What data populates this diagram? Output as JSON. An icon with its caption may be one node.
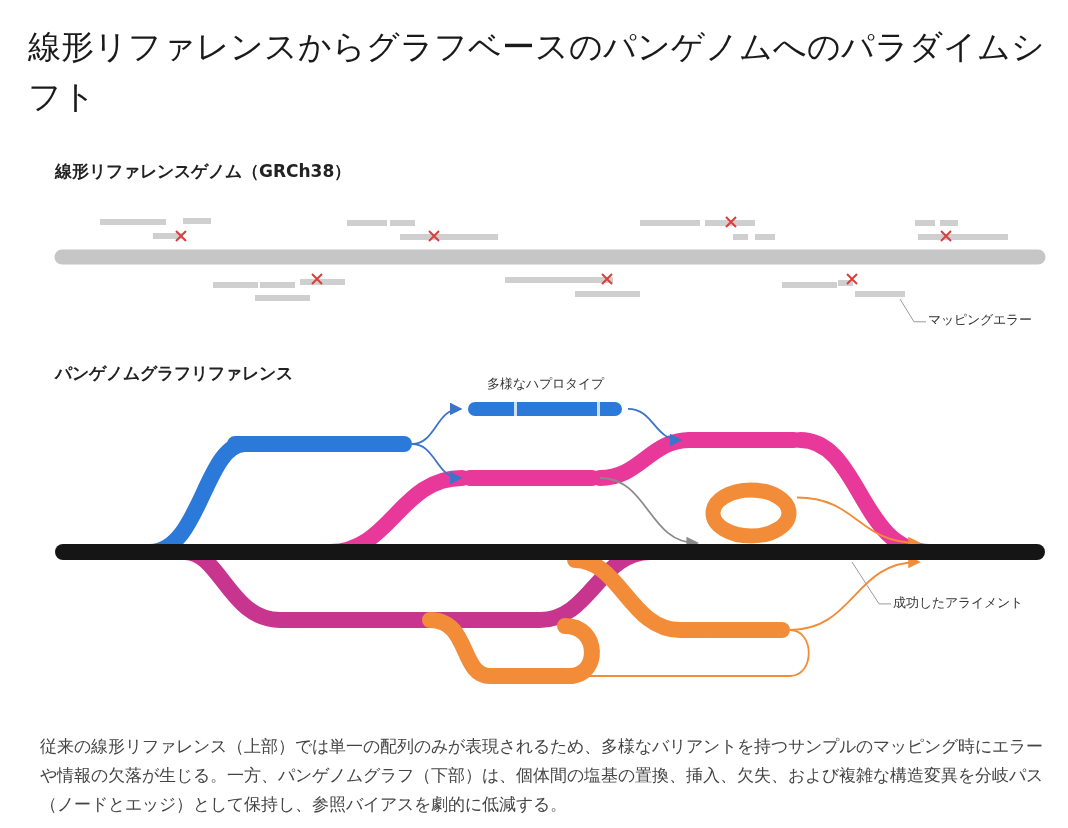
{
  "diagram": {
    "title": "線形リファレンスからグラフベースのパンゲノムへのパラダイムシフト",
    "caption": "従来の線形リファレンス（上部）では単一の配列のみが表現されるため、多様なバリアントを持つサンプルのマッピング時にエラーや情報の欠落が生じる。一方、パンゲノムグラフ（下部）は、個体間の塩基の置換、挿入、欠失、および複雑な構造変異を分岐パス（ノードとエッジ）として保持し、参照バイアスを劇的に低減する。",
    "nodes": [
      {
        "text": [
          "マッピングエラー"
        ]
      },
      {
        "text": [],
        "shape": "bar"
      },
      {
        "text": [],
        "shape": "bar"
      },
      {
        "text": [
          "多様なハプロタイプ"
        ]
      },
      {
        "text": [],
        "shape": "bar"
      },
      {
        "text": [],
        "shape": "bar"
      },
      {
        "text": [],
        "shape": "bar"
      },
      {
        "text": [],
        "shape": "ring"
      },
      {
        "text": [],
        "shape": "bar"
      },
      {
        "text": [],
        "shape": "bar"
      },
      {
        "text": [
          "成功したアライメント"
        ]
      }
    ],
    "edges": [
      {
        "from": 0,
        "to": 1,
        "arrow": "none",
        "color": "#9a9a9a"
      },
      {
        "from": 2,
        "to": 3,
        "arrow": "to",
        "color": "#3b74c9"
      },
      {
        "from": 2,
        "to": 4,
        "arrow": "to",
        "color": "#3b74c9"
      },
      {
        "from": 3,
        "to": 5,
        "arrow": "to",
        "color": "#3b74c9"
      },
      {
        "from": 4,
        "to": 6,
        "arrow": "to",
        "color": "#8a8a8a"
      },
      {
        "from": 7,
        "to": 6,
        "arrow": "to",
        "color": "#f28c38"
      },
      {
        "from": 8,
        "to": 6,
        "arrow": "to",
        "color": "#f28c38"
      },
      {
        "from": 8,
        "to": 9,
        "arrow": "none",
        "color": "#f28c38"
      },
      {
        "from": 10,
        "to": 6,
        "arrow": "none",
        "color": "#9a9a9a"
      }
    ],
    "labels": [
      "線形リファレンスゲノム（GRCh38）",
      "パンゲノムグラフリファレンス"
    ]
  }
}
